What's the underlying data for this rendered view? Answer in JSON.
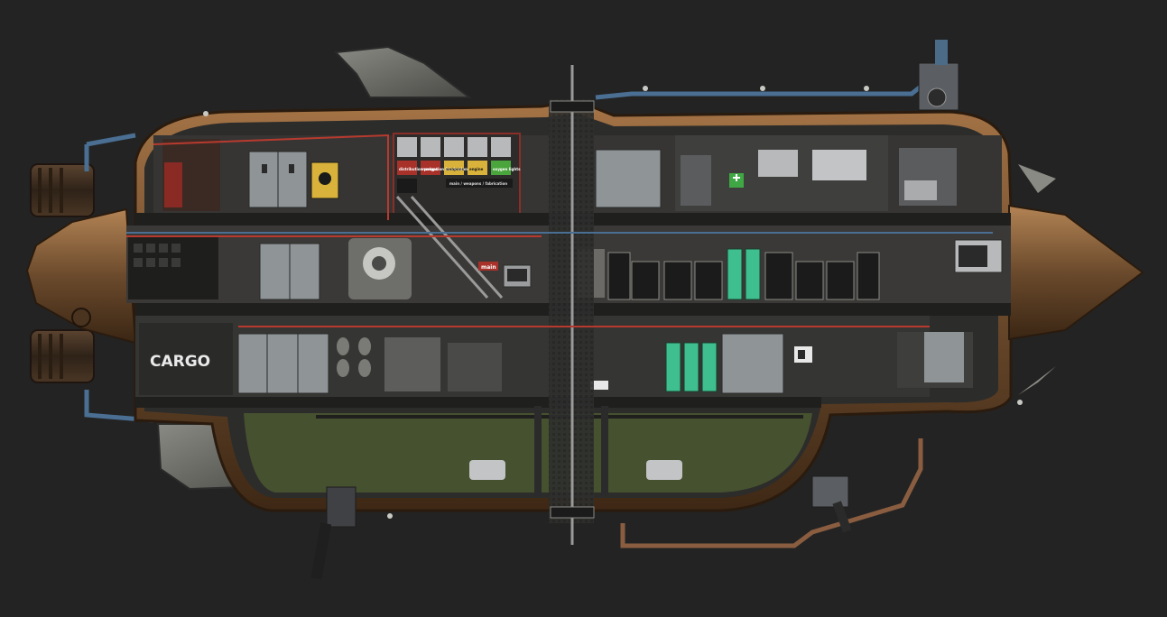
{
  "scene": "submarine-cross-section",
  "colors": {
    "background": "#232323",
    "hull": "#6b4a2c",
    "hull_light": "#9a6a3e",
    "hull_dark": "#3a2614",
    "deck": "#2b2b2b",
    "room": "#3a3a38",
    "cabinet": "#8f9497",
    "pipe_blue": "#4a6f93",
    "pipe_red": "#b83a2e",
    "ballast_green": "#46512f",
    "screen_green": "#3fbf8f",
    "warning_yellow": "#d8b23a",
    "label_green": "#4aa63c",
    "label_red": "#a8312a"
  },
  "labels": {
    "cargo": "CARGO",
    "panel_1": "distribution pumps",
    "panel_2": "navigation fabrication",
    "panel_3": "weapons",
    "panel_4": "engine",
    "panel_5": "oxygen lights",
    "panel_wide": "main / weapons / fabrication",
    "sign_main": "main"
  },
  "icons": [
    "propeller-icon",
    "periscope-icon",
    "turret-icon",
    "railgun-icon",
    "ladder-icon",
    "hatch-icon",
    "medical-cross-icon",
    "exit-sign-icon",
    "arrow-down-icon",
    "arrow-right-icon",
    "arrow-left-icon",
    "fan-icon",
    "fabricator-icon",
    "reactor-icon",
    "pump-icon"
  ]
}
